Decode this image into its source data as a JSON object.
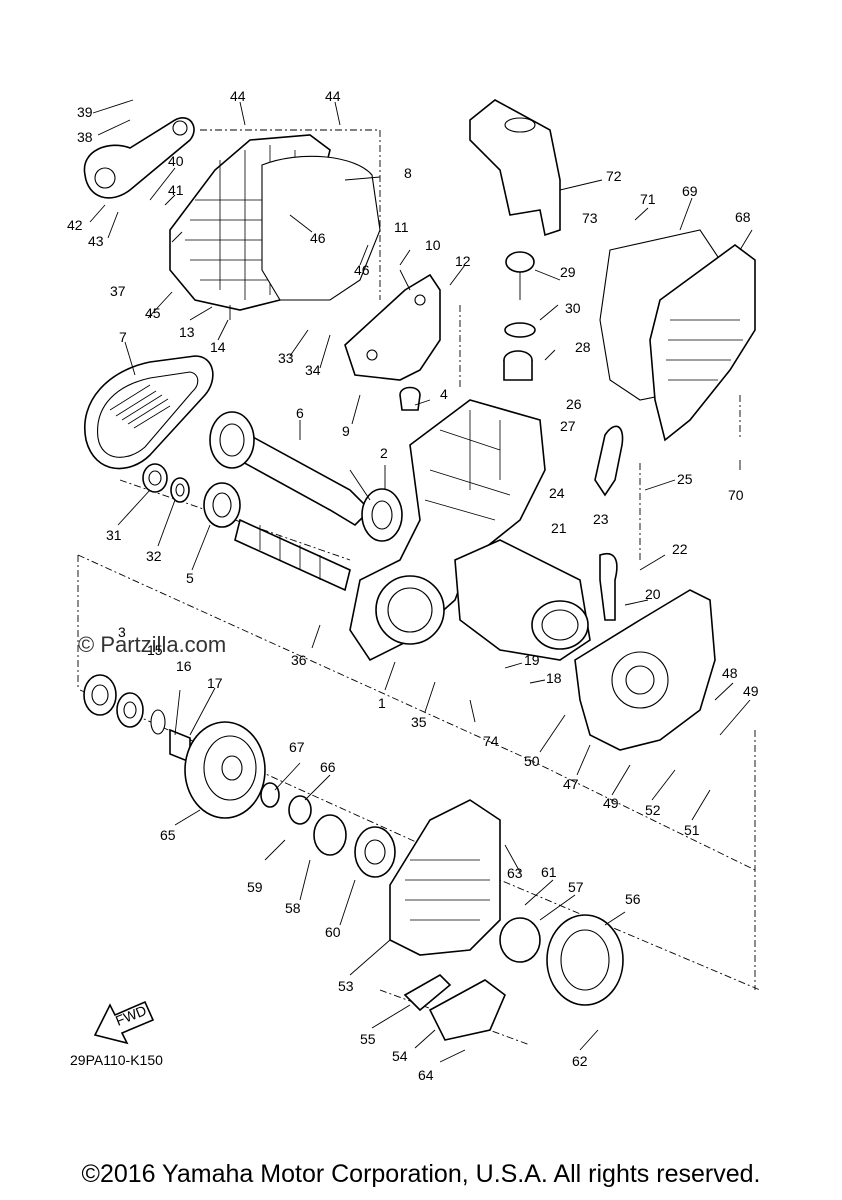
{
  "watermark": "© Partzilla.com",
  "ref_code": "29PA110-K150",
  "fwd_label": "FWD",
  "copyright": "©2016 Yamaha Motor Corporation, U.S.A. All rights reserved.",
  "callouts": [
    "1",
    "2",
    "3",
    "4",
    "5",
    "6",
    "7",
    "8",
    "9",
    "10",
    "11",
    "12",
    "13",
    "14",
    "15",
    "16",
    "17",
    "18",
    "19",
    "20",
    "21",
    "22",
    "23",
    "24",
    "25",
    "26",
    "27",
    "28",
    "29",
    "30",
    "31",
    "32",
    "33",
    "34",
    "35",
    "36",
    "37",
    "38",
    "39",
    "40",
    "41",
    "42",
    "43",
    "44",
    "44",
    "45",
    "46",
    "46",
    "47",
    "48",
    "49",
    "49",
    "50",
    "51",
    "52",
    "53",
    "54",
    "55",
    "56",
    "57",
    "58",
    "59",
    "60",
    "61",
    "62",
    "63",
    "64",
    "65",
    "66",
    "67",
    "68",
    "69",
    "70",
    "71",
    "72",
    "73",
    "74"
  ]
}
